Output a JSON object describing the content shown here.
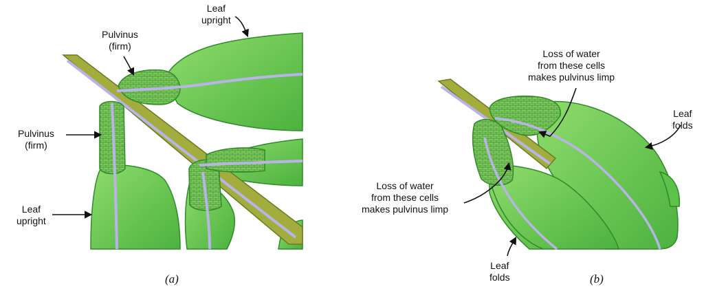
{
  "panel_a": {
    "caption": "(a)",
    "labels": {
      "leaf_upright_top": [
        "Leaf",
        "upright"
      ],
      "pulvinus_top": [
        "Pulvinus",
        "(firm)"
      ],
      "pulvinus_left": [
        "Pulvinus",
        "(firm)"
      ],
      "leaf_upright_bottom": [
        "Leaf",
        "upright"
      ]
    }
  },
  "panel_b": {
    "caption": "(b)",
    "labels": {
      "loss_top": [
        "Loss of water",
        "from these cells",
        "makes pulvinus limp"
      ],
      "leaf_folds_right": [
        "Leaf",
        "folds"
      ],
      "loss_bottom": [
        "Loss of water",
        "from these cells",
        "makes pulvinus limp"
      ],
      "leaf_folds_bottom": [
        "Leaf",
        "folds"
      ]
    }
  },
  "colors": {
    "leaf": "#5cc24a",
    "leaf_light": "#8fdc6c",
    "leaf_dark": "#2f8a2a",
    "stem": "#9aa83a",
    "vein": "#b9b4e8",
    "pulvinus": "#79c55a"
  }
}
